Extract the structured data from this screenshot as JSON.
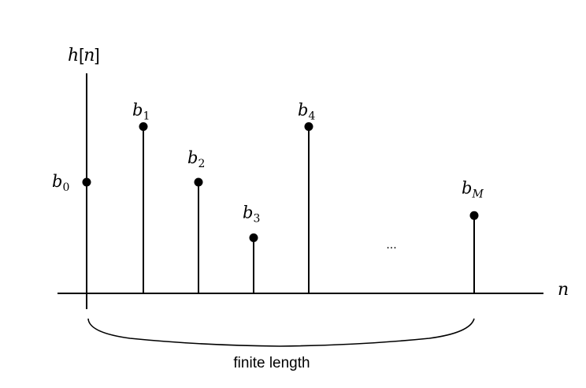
{
  "axes": {
    "y_label_main": "h",
    "y_label_bracket_open": "[",
    "y_label_arg": "n",
    "y_label_bracket_close": "]",
    "x_label": "n"
  },
  "stems": [
    {
      "base": "b",
      "subscript": "0",
      "height": 0.5
    },
    {
      "base": "b",
      "subscript": "1",
      "height": 0.75
    },
    {
      "base": "b",
      "subscript": "2",
      "height": 0.5
    },
    {
      "base": "b",
      "subscript": "3",
      "height": 0.25
    },
    {
      "base": "b",
      "subscript": "4",
      "height": 0.75
    },
    {
      "base": "b",
      "subscript": "M",
      "height": 0.35
    }
  ],
  "ellipsis": "...",
  "brace_label": "finite length",
  "colors": {
    "ink": "#000000",
    "background": "#ffffff"
  }
}
